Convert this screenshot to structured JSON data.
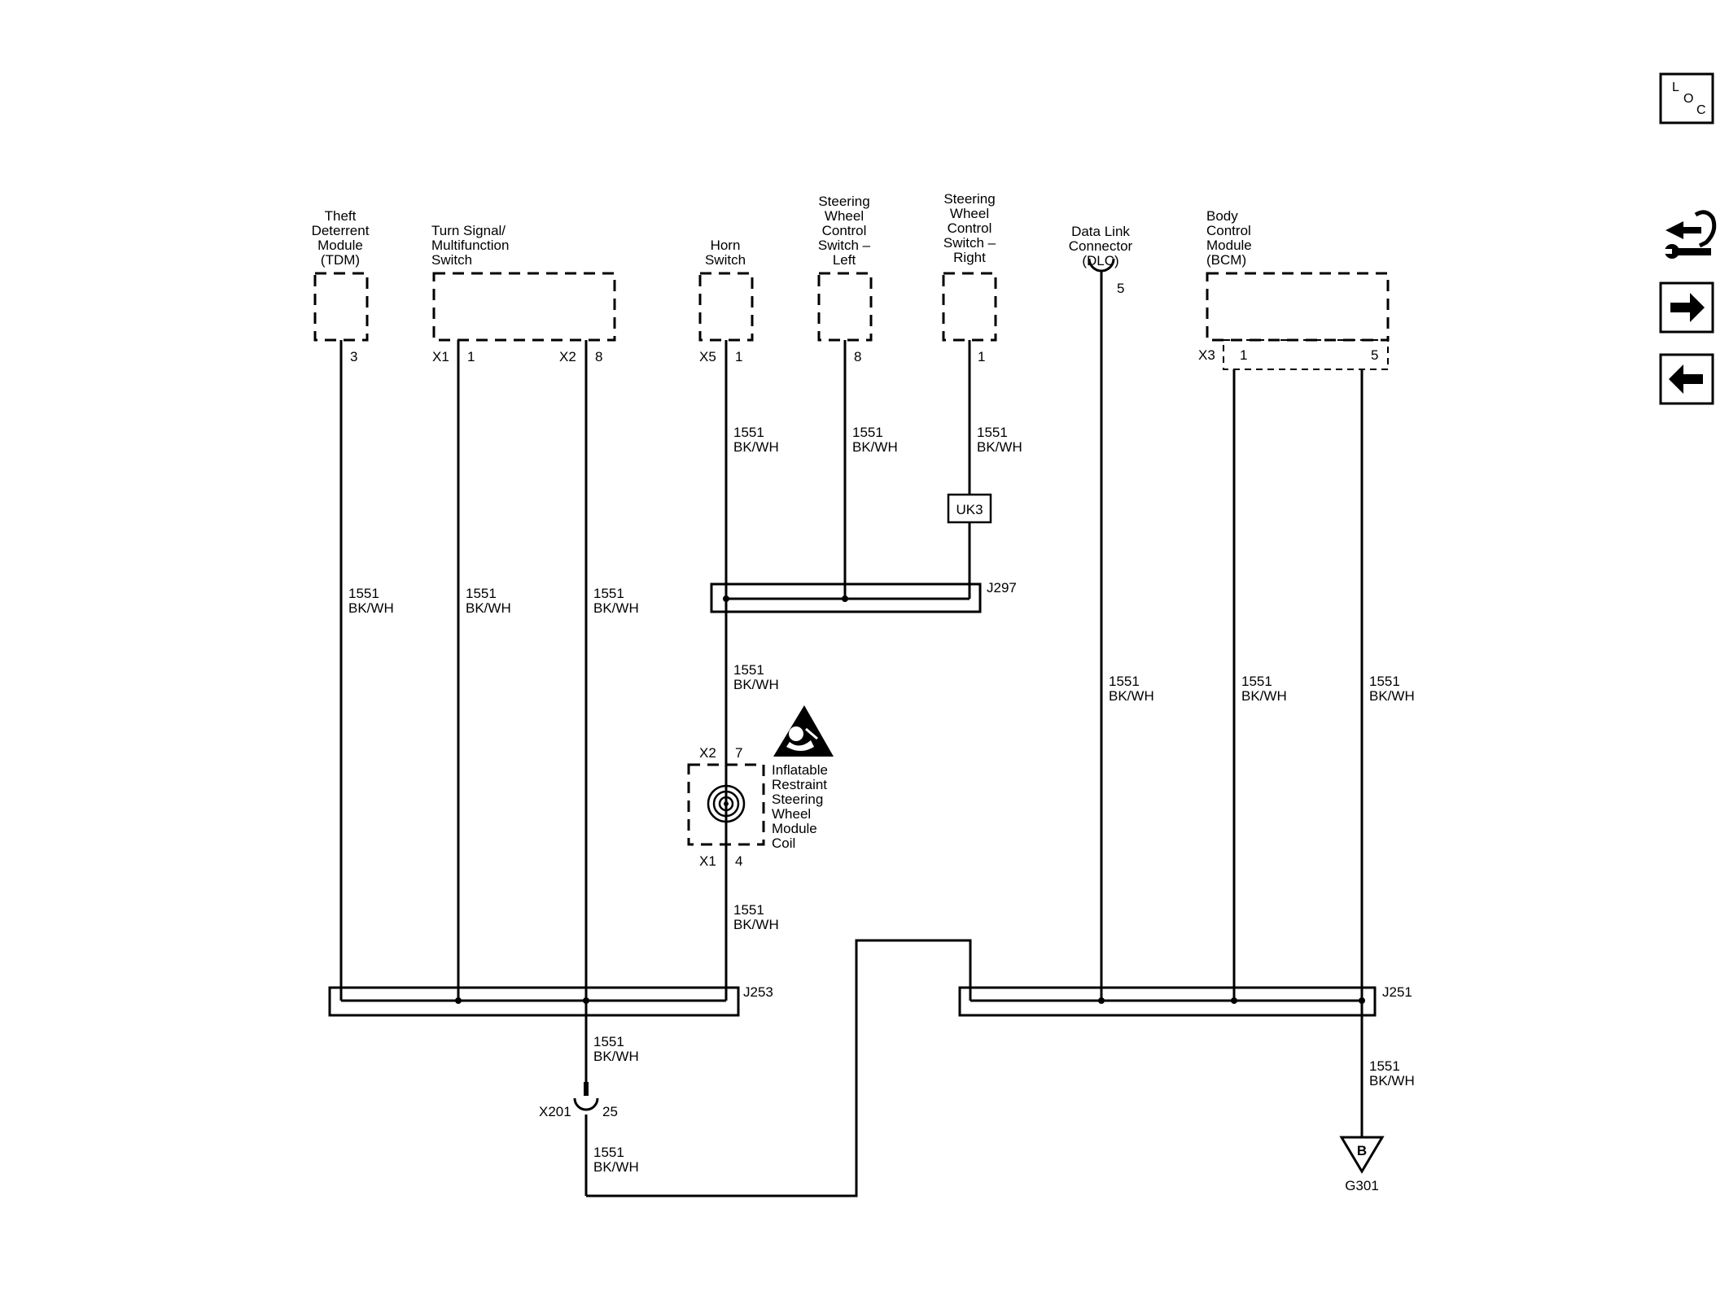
{
  "components": {
    "tdm": {
      "label": [
        "Theft",
        "Deterrent",
        "Module",
        "(TDM)"
      ],
      "pin": "3"
    },
    "turn_signal": {
      "label": [
        "Turn Signal/",
        "Multifunction",
        "Switch"
      ],
      "conn1": "X1",
      "pin1": "1",
      "conn2": "X2",
      "pin2": "8"
    },
    "horn": {
      "label": [
        "Horn",
        "Switch"
      ],
      "conn": "X5",
      "pin": "1"
    },
    "swc_left": {
      "label": [
        "Steering",
        "Wheel",
        "Control",
        "Switch –",
        "Left"
      ],
      "pin": "8"
    },
    "swc_right": {
      "label": [
        "Steering",
        "Wheel",
        "Control",
        "Switch –",
        "Right"
      ],
      "pin": "1"
    },
    "dlc": {
      "label": [
        "Data Link",
        "Connector",
        "(DLC)"
      ],
      "pin": "5"
    },
    "bcm": {
      "label": [
        "Body",
        "Control",
        "Module",
        "(BCM)"
      ],
      "conn": "X3",
      "pin1": "1",
      "pin2": "5"
    },
    "coil": {
      "label": [
        "Inflatable",
        "Restraint",
        "Steering",
        "Wheel",
        "Module",
        "Coil"
      ],
      "top_conn": "X2",
      "top_pin": "7",
      "bot_conn": "X1",
      "bot_pin": "4"
    }
  },
  "wire": {
    "circuit": "1551",
    "color": "BK/WH"
  },
  "splices": {
    "j297": "J297",
    "j253": "J253",
    "j251": "J251"
  },
  "inline_connector": {
    "id": "UK3"
  },
  "x201": {
    "conn": "X201",
    "pin": "25"
  },
  "ground": {
    "letter": "B",
    "id": "G301"
  },
  "nav": {
    "loc": {
      "l": "L",
      "o": "O",
      "c": "C"
    }
  }
}
